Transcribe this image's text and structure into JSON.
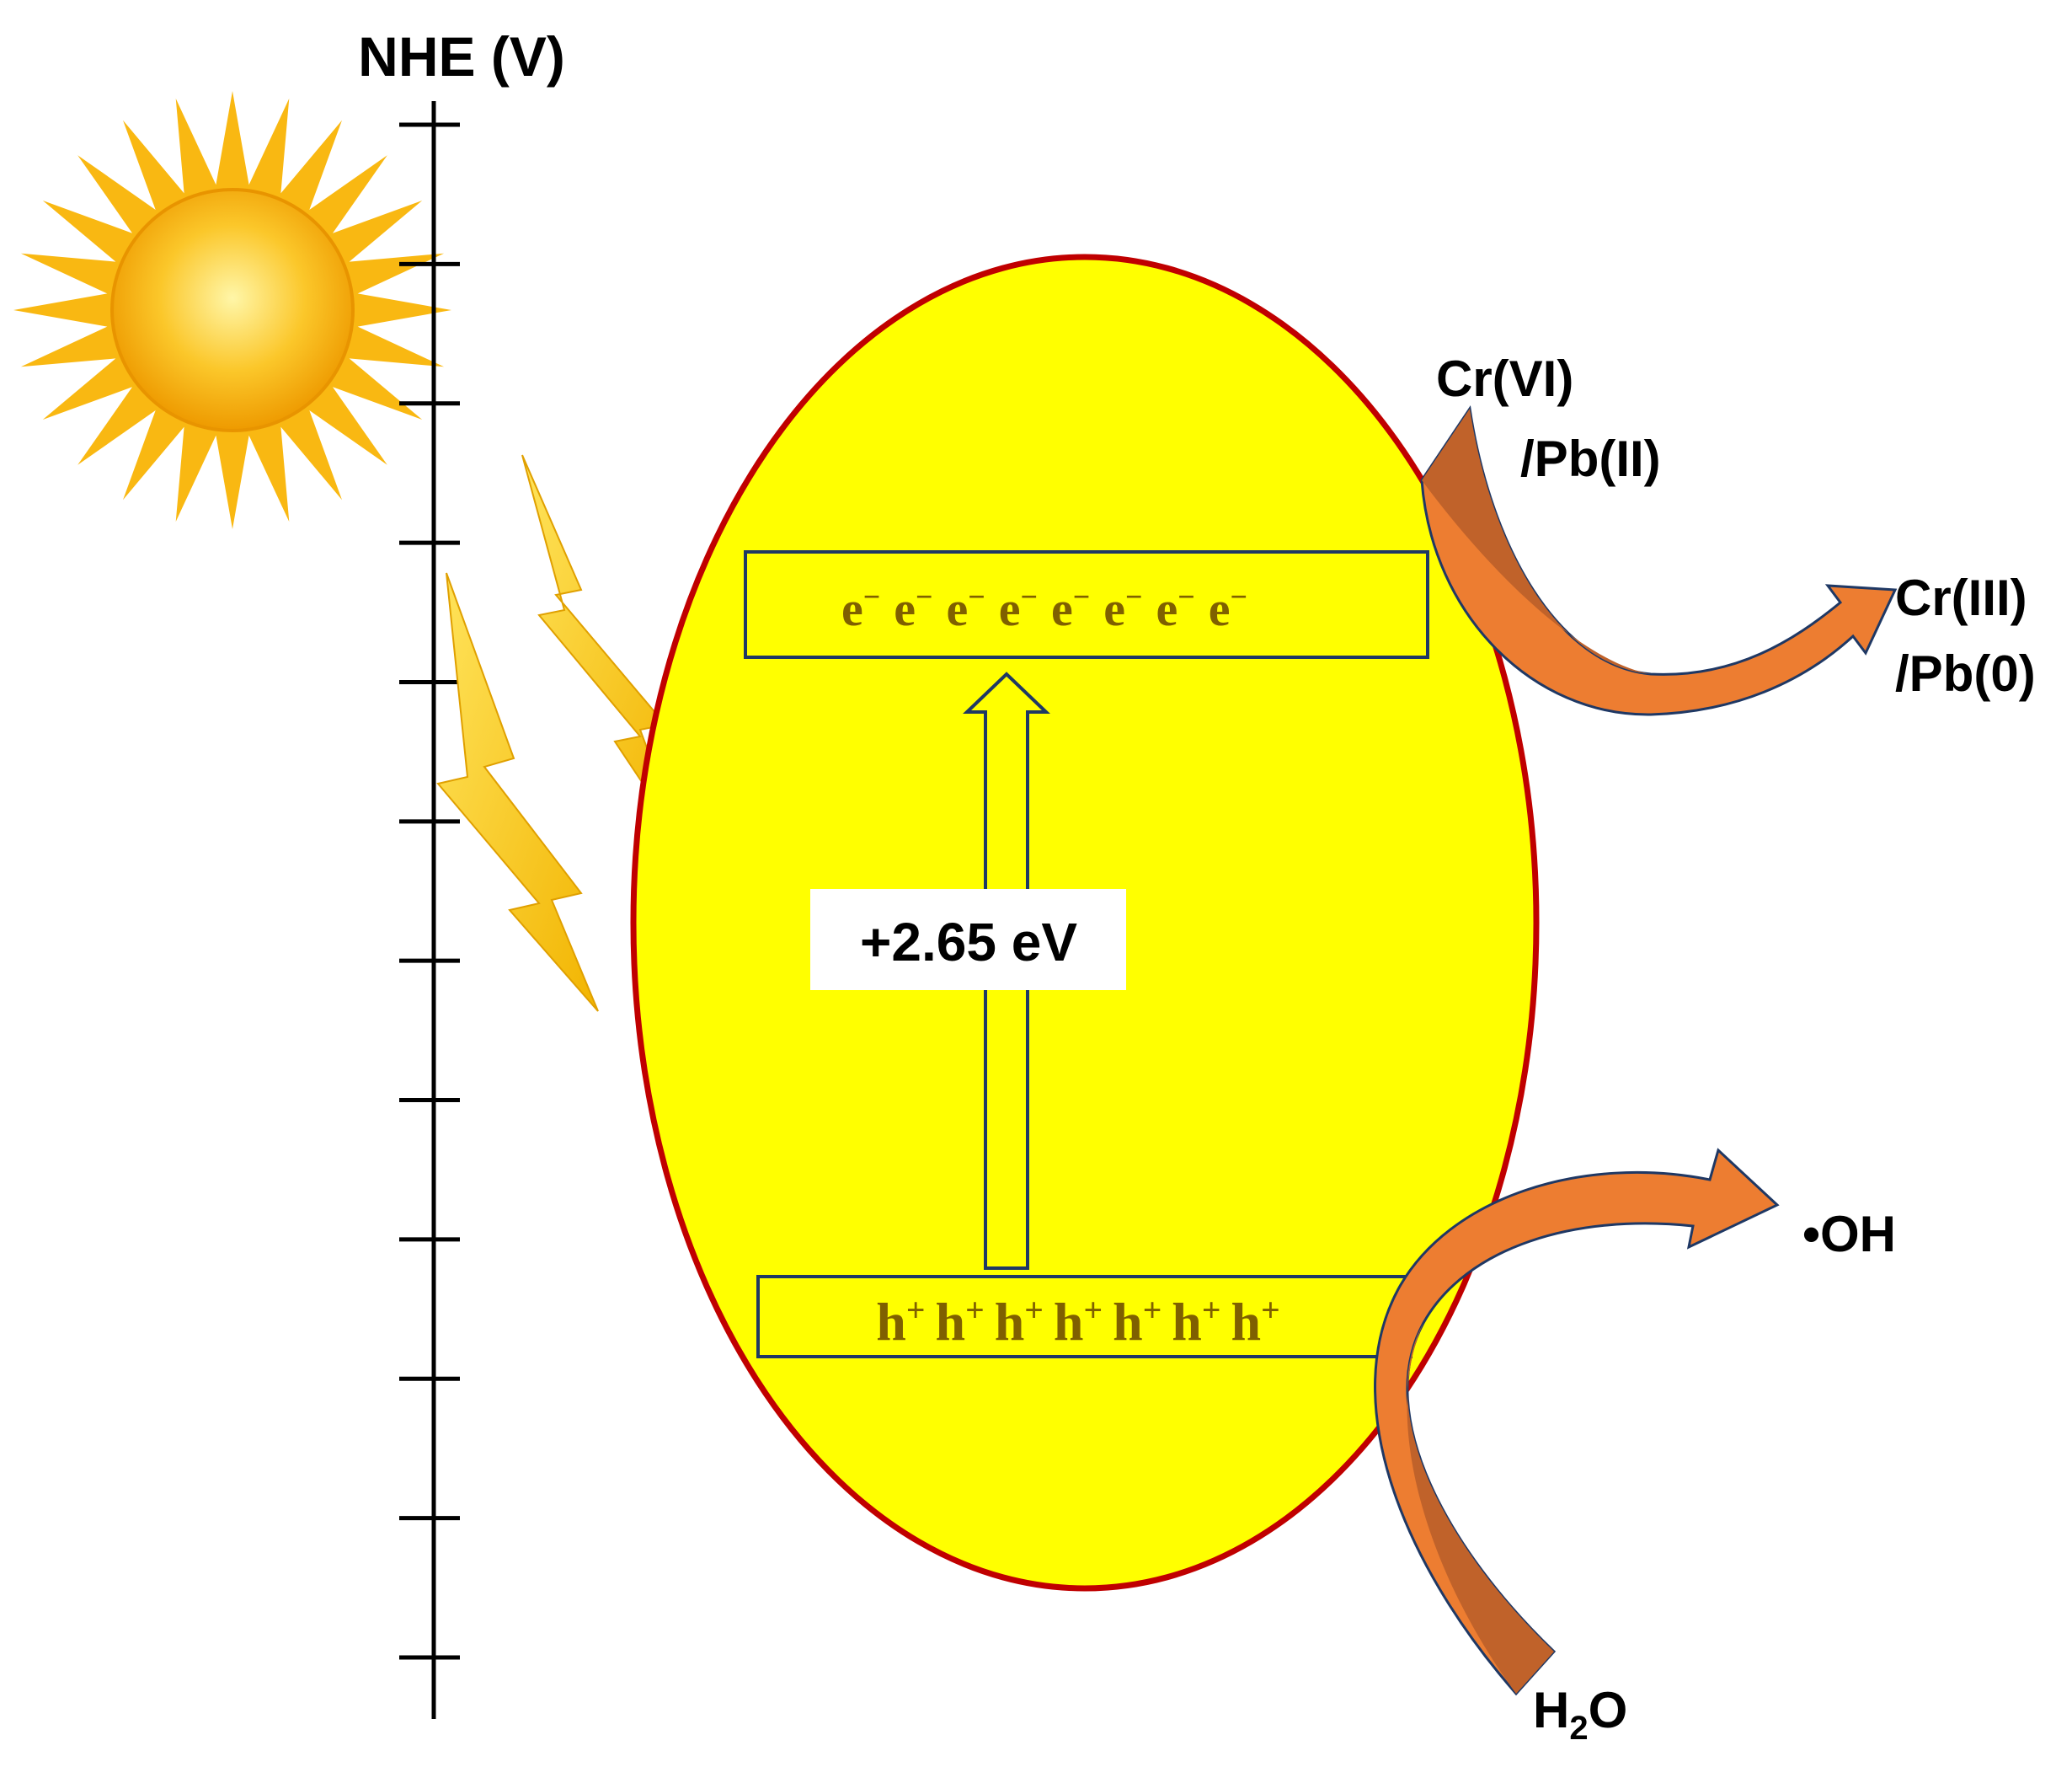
{
  "axis": {
    "title": "NHE (V)",
    "tick_count": 12
  },
  "band": {
    "conduction_carrier": "e",
    "conduction_carrier_sup": "−",
    "conduction_count": 8,
    "valence_carrier": "h",
    "valence_carrier_sup": "+",
    "valence_count": 7,
    "gap_label": "+2.65 eV"
  },
  "reduction": {
    "reactant_line1": "Cr(VI)",
    "reactant_line2": "/Pb(II)",
    "product_line1": "Cr(III)",
    "product_line2": "/Pb(0)"
  },
  "oxidation": {
    "reactant_main": "H",
    "reactant_sub": "2",
    "reactant_tail": "O",
    "product": "•OH"
  },
  "colors": {
    "particle_fill": "#ffff00",
    "particle_outline": "#c00000",
    "carrier_text": "#7f6000",
    "arrow_light": "#ed7d31",
    "arrow_dark": "#c0622a",
    "arrow_outline": "#1f3864",
    "sun_core": "#f5b100",
    "sun_ray": "#f9b812",
    "lightning": "#f5c000"
  },
  "icons": [
    "sun-icon",
    "lightning-bolt-icon",
    "curved-arrow-icon"
  ]
}
